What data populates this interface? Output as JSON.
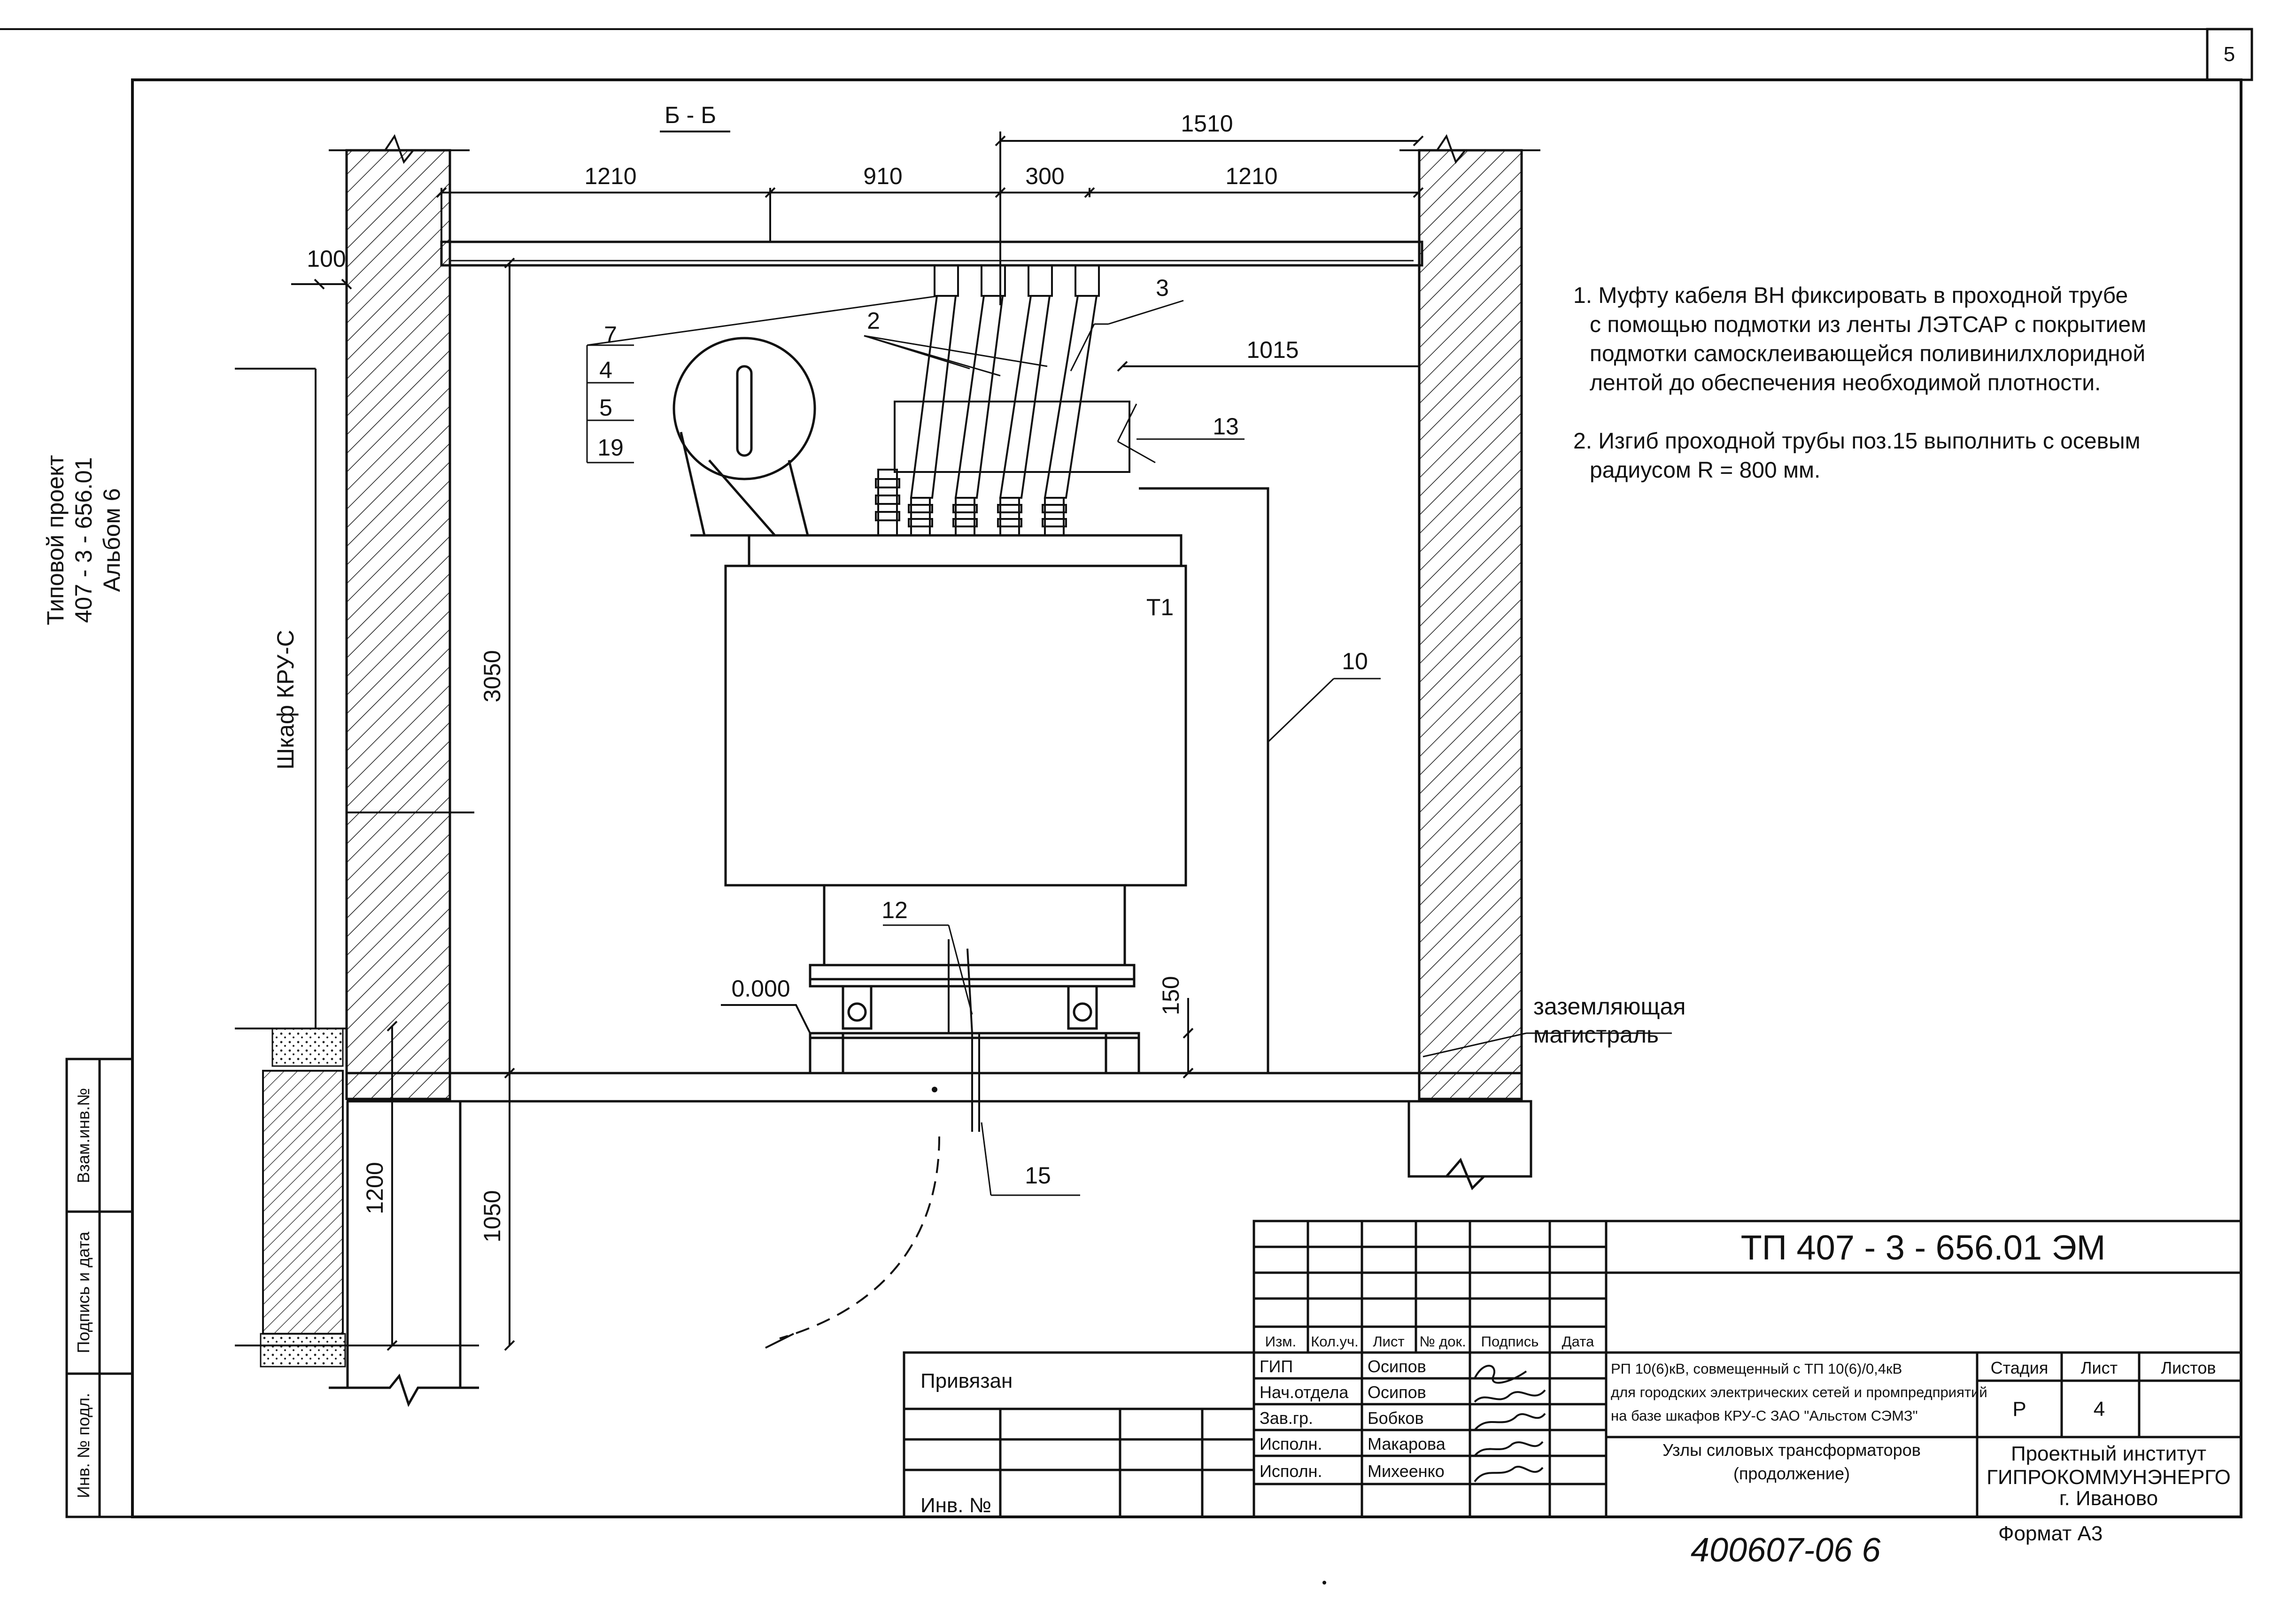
{
  "sheet": {
    "number": "5"
  },
  "side_stamp": {
    "line1": "Типовой проект",
    "line2": "407 - 3 - 656.01",
    "line3": "Альбом 6"
  },
  "section": {
    "title": "Б - Б"
  },
  "dimensions": {
    "top_total": "1510",
    "top_1": "1210",
    "top_2": "910",
    "top_3": "300",
    "top_4": "1210",
    "wall_left": "100",
    "right_offset": "1015",
    "height": "3050",
    "plinth": "150",
    "level": "0.000",
    "pit_1": "1200",
    "pit_2": "1050"
  },
  "labels": {
    "cabinet": "Шкаф КРУ-С",
    "transformer": "Т1",
    "ground_line_1": "заземляющая",
    "ground_line_2": "магистраль"
  },
  "callouts": {
    "c2": "2",
    "c3": "3",
    "c7": "7",
    "c4": "4",
    "c5": "5",
    "c19": "19",
    "c13": "13",
    "c10": "10",
    "c12": "12",
    "c15": "15"
  },
  "notes": {
    "n1_l1": "1. Муфту кабеля ВН фиксировать в проходной трубе",
    "n1_l2": "с помощью подмотки из ленты ЛЭТСАР с покрытием",
    "n1_l3": "подмотки самосклеивающейся поливинилхлоридной",
    "n1_l4": "лентой до обеспечения необходимой плотности.",
    "n2_l1": "2. Изгиб проходной трубы поз.15 выполнить с осевым",
    "n2_l2": "радиусом R = 800 мм."
  },
  "left_stamp": {
    "col1": "Взам.инв.№",
    "col2": "Подпись и дата",
    "col3": "Инв. № подл."
  },
  "title_block": {
    "code": "ТП  407 - 3 - 656.01    ЭМ",
    "header": {
      "izm": "Изм.",
      "kol": "Кол.уч.",
      "list": "Лист",
      "doc": "№ док.",
      "sign": "Подпись",
      "date": "Дата"
    },
    "roles": [
      {
        "role": "ГИП",
        "name": "Осипов"
      },
      {
        "role": "Нач.отдела",
        "name": "Осипов"
      },
      {
        "role": "Зав.гр.",
        "name": "Бобков"
      },
      {
        "role": "Исполн.",
        "name": "Макарова"
      },
      {
        "role": "Исполн.",
        "name": "Михеенко"
      }
    ],
    "desc_l1": "РП 10(6)кВ, совмещенный с ТП 10(6)/0,4кВ",
    "desc_l2": "для городских электрических сетей и промпредприятий",
    "desc_l3": "на базе шкафов КРУ-С ЗАО \"Альстом СЭМЗ\"",
    "sheet_name_l1": "Узлы силовых трансформаторов",
    "sheet_name_l2": "(продолжение)",
    "stage_label": "Стадия",
    "list_label": "Лист",
    "lists_label": "Листов",
    "stage": "Р",
    "list": "4",
    "org_l1": "Проектный институт",
    "org_l2": "ГИПРОКОММУНЭНЕРГО",
    "org_l3": "г. Иваново",
    "privyazan": "Привязан",
    "inv": "Инв. №",
    "format": "Формат А3",
    "handwritten": "400607-06   6"
  }
}
